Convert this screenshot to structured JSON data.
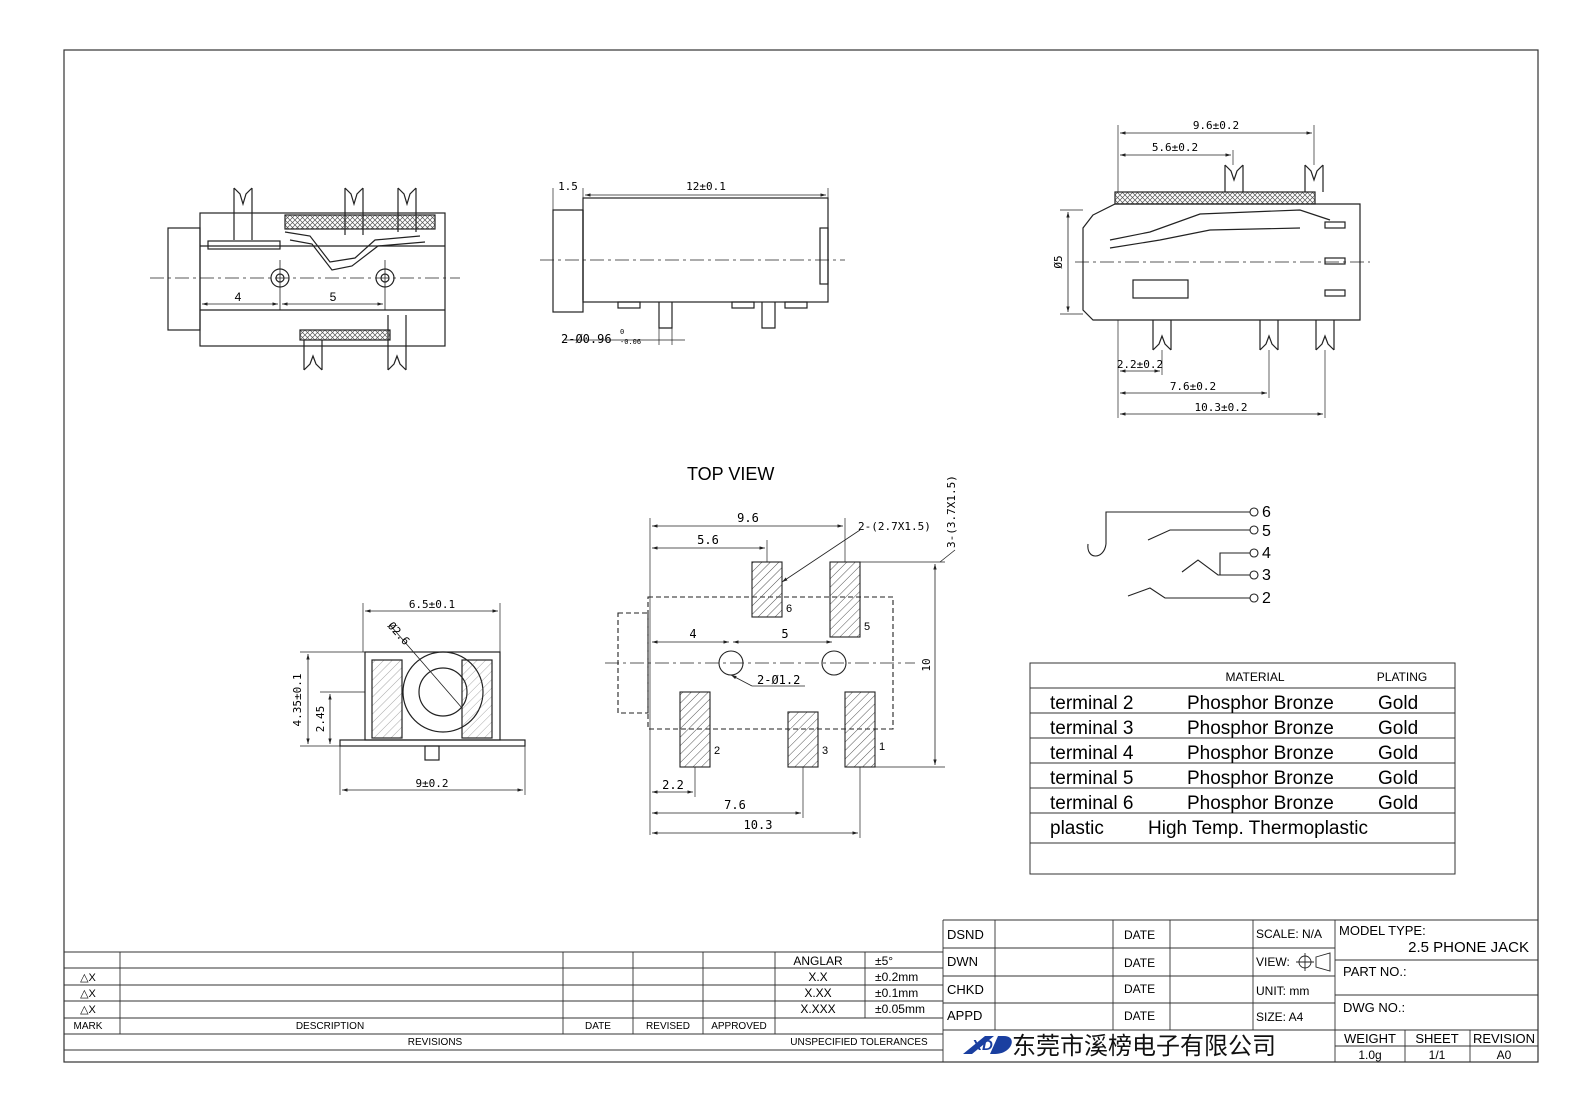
{
  "views": {
    "top_view_label": "TOP VIEW"
  },
  "side_view": {
    "dim_4": "4",
    "dim_5": "5"
  },
  "front_view": {
    "dim_1_5": "1.5",
    "dim_12": "12±0.1",
    "dim_hole": "2-Ø0.96",
    "dim_hole_tol_top": "0",
    "dim_hole_tol_bottom": "-0.06"
  },
  "right_view": {
    "dim_9_6": "9.6±0.2",
    "dim_5_6": "5.6±0.2",
    "dim_d5": "Ø5",
    "dim_2_2": "2.2±0.2",
    "dim_7_6": "7.6±0.2",
    "dim_10_3": "10.3±0.2"
  },
  "end_view": {
    "dim_6_5": "6.5±0.1",
    "dim_d2_6": "Ø2.6",
    "dim_4_35": "4.35±0.1",
    "dim_2_45": "2.45",
    "dim_9": "9±0.2"
  },
  "footprint": {
    "dim_9_6": "9.6",
    "dim_5_6": "5.6",
    "pad_note_a": "2-(2.7X1.5)",
    "pad_note_b": "3-(3.7X1.5)",
    "dim_4": "4",
    "dim_5": "5",
    "hole_note": "2-Ø1.2",
    "dim_10": "10",
    "dim_2_2": "2.2",
    "dim_7_6": "7.6",
    "dim_10_3": "10.3",
    "pad_labels": [
      "6",
      "5",
      "2",
      "3",
      "1"
    ]
  },
  "schematic": {
    "pins": [
      "6",
      "5",
      "4",
      "3",
      "2"
    ]
  },
  "material_table": {
    "headers": [
      "MATERIAL",
      "PLATING"
    ],
    "rows": [
      {
        "part": "terminal 2",
        "material": "Phosphor Bronze",
        "plating": "Gold"
      },
      {
        "part": "terminal 3",
        "material": "Phosphor Bronze",
        "plating": "Gold"
      },
      {
        "part": "terminal 4",
        "material": "Phosphor Bronze",
        "plating": "Gold"
      },
      {
        "part": "terminal 5",
        "material": "Phosphor Bronze",
        "plating": "Gold"
      },
      {
        "part": "terminal 6",
        "material": "Phosphor Bronze",
        "plating": "Gold"
      }
    ],
    "plastic_label": "plastic",
    "plastic_material": "High Temp. Thermoplastic"
  },
  "revisions": {
    "marks": [
      "△X",
      "△X",
      "△X"
    ],
    "col_mark": "MARK",
    "col_description": "DESCRIPTION",
    "col_date": "DATE",
    "col_revised": "REVISED",
    "col_approved": "APPROVED",
    "title": "REVISIONS"
  },
  "tolerances": {
    "rows": [
      {
        "k": "ANGLAR",
        "v": "±5°"
      },
      {
        "k": "X.X",
        "v": "±0.2mm"
      },
      {
        "k": "X.XX",
        "v": "±0.1mm"
      },
      {
        "k": "X.XXX",
        "v": "±0.05mm"
      }
    ],
    "title": "UNSPECIFIED TOLERANCES"
  },
  "signoff": {
    "rows": [
      {
        "role": "DSND",
        "date_label": "DATE",
        "info": "SCALE: N/A"
      },
      {
        "role": "DWN",
        "date_label": "DATE",
        "info": "VIEW:"
      },
      {
        "role": "CHKD",
        "date_label": "DATE",
        "info": "UNIT: mm"
      },
      {
        "role": "APPD",
        "date_label": "DATE",
        "info": "SIZE: A4"
      }
    ]
  },
  "title_block": {
    "model_type_label": "MODEL TYPE:",
    "model_type": "2.5 PHONE JACK",
    "part_no_label": "PART NO.:",
    "dwg_no_label": "DWG NO.:",
    "weight_label": "WEIGHT",
    "weight": "1.0g",
    "sheet_label": "SHEET",
    "sheet": "1/1",
    "revision_label": "REVISION",
    "revision": "A0",
    "company": "东莞市溪榜电子有限公司",
    "logo_text": "XD"
  },
  "colors": {
    "line": "#222222",
    "hatch": "#555555",
    "center": "#444444"
  }
}
